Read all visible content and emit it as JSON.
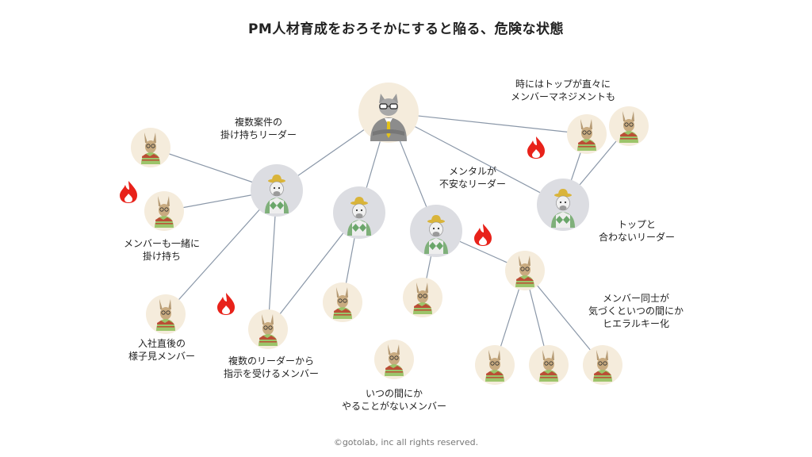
{
  "title": "PM人材育成をおろそかにすると陥る、危険な状態",
  "footer": "©gotolab, inc  all rights reserved.",
  "colors": {
    "line": "#8a97a8",
    "cream": "#f5ecdc",
    "grey": "#dcdde2",
    "flame": "#e8221a",
    "sweater": "#9cc46a",
    "pattern": "#c0392b",
    "suit": "#8c8c8c",
    "tie": "#e3c21a",
    "vest": "#7fb07a",
    "hat": "#d9b43a"
  },
  "labels": {
    "multi_case_leader": [
      "複数案件の",
      "掛け持ちリーダー"
    ],
    "anxious_leader": [
      "メンタルが",
      "不安なリーダー"
    ],
    "direct_management": [
      "時にはトップが直々に",
      "メンバーマネジメントも"
    ],
    "mismatch_leader": [
      "トップと",
      "合わないリーダー"
    ],
    "member_also_juggling": [
      "メンバーも一緒に",
      "掛け持ち"
    ],
    "wait_and_see_member": [
      "入社直後の",
      "様子見メンバー"
    ],
    "multi_leader_member": [
      "複数のリーダーから",
      "指示を受けるメンバー"
    ],
    "idle_member": [
      "いつの間にか",
      "やることがないメンバー"
    ],
    "hierarchy": [
      "メンバー同士が",
      "気づくといつの間にか",
      "ヒエラルキー化"
    ]
  },
  "icons": {
    "top": "cat-executive-icon",
    "leader": "dog-leader-icon",
    "member": "rabbit-member-icon",
    "warning": "flame-icon"
  }
}
